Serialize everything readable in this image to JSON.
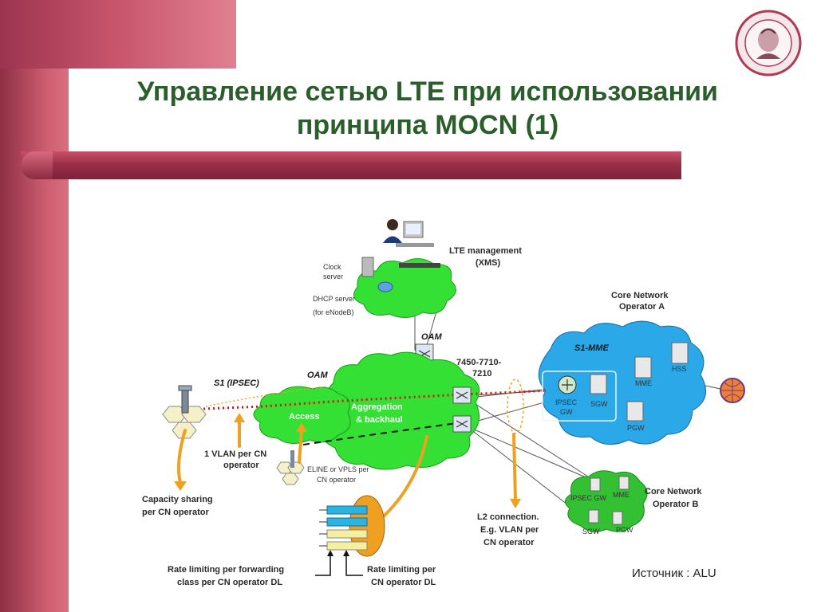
{
  "slide": {
    "title_line1": "Управление  сетью LTE при использовании",
    "title_line2": "принципа MOCN (1)",
    "source": "Источник : ALU"
  },
  "diagram": {
    "lte_management_1": "LTE management",
    "lte_management_2": "(XMS)",
    "clock_1": "Clock",
    "clock_2": "server",
    "dhcp_1": "DHCP server",
    "dhcp_2": "(for eNodeB)",
    "oam_top": "OAM",
    "oam_left": "OAM",
    "router_model_1": "7450-7710-",
    "router_model_2": "7210",
    "s1_ipsec": "S1 (IPSEC)",
    "access": "Access",
    "aggregation_1": "Aggregation",
    "aggregation_2": "& backhaul",
    "vlan_1": "1 VLAN per CN",
    "vlan_2": "operator",
    "eline_1": "ELINE or VPLS per",
    "eline_2": "CN operator",
    "capacity_1": "Capacity sharing",
    "capacity_2": "per CN operator",
    "l2_1": "L2 connection.",
    "l2_2": "E.g. VLAN per",
    "l2_3": "CN operator",
    "rate_fwd_1": "Rate limiting per forwarding",
    "rate_fwd_2": "class per CN operator DL",
    "rate_cn_1": "Rate limiting per",
    "rate_cn_2": "CN operator DL",
    "core_a_1": "Core Network",
    "core_a_2": "Operator A",
    "s1_mme": "S1-MME",
    "hss": "HSS",
    "mme_a": "MME",
    "ipsec_gw_a_1": "IPSEC",
    "ipsec_gw_a_2": "GW",
    "sgw_a": "SGW",
    "pgw_a": "PGW",
    "core_b_1": "Core Network",
    "core_b_2": "Operator B",
    "ipsec_gw_b": "IPSEC GW",
    "mme_b": "MME",
    "sgw_b": "SGW",
    "pgw_b": "PGW"
  },
  "colors": {
    "title": "#2a5e2a",
    "green_cloud": "#33e033",
    "blue_cloud": "#2aa8e8",
    "orange_arrow": "#f0a020",
    "red_dotted": "#e01010"
  }
}
